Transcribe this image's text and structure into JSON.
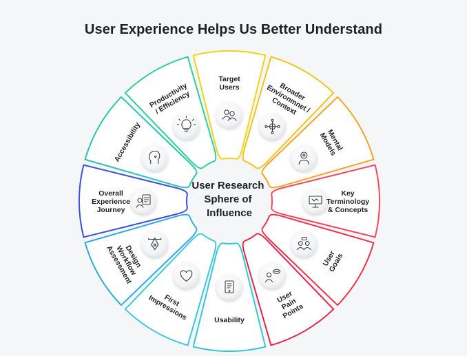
{
  "title": "User Experience Helps Us Better Understand",
  "center": {
    "lines": [
      "User Research",
      "Sphere of",
      "Influence"
    ]
  },
  "segments": [
    {
      "name": "target-users",
      "lines": [
        "Target",
        "Users"
      ],
      "color": "#f2d21a",
      "icon": "users-icon"
    },
    {
      "name": "broader-environment-context",
      "lines": [
        "Broader",
        "Environmnet /",
        "Context"
      ],
      "color": "#f2c318",
      "icon": "network-globe-icon"
    },
    {
      "name": "mental-models",
      "lines": [
        "Mental",
        "Models"
      ],
      "color": "#f4a623",
      "icon": "mind-gear-icon"
    },
    {
      "name": "key-terminology-concepts",
      "lines": [
        "Key",
        "Terminology",
        "& Concepts"
      ],
      "color": "#ef4a5f",
      "icon": "presentation-icon"
    },
    {
      "name": "user-goals",
      "lines": [
        "User",
        "Goals"
      ],
      "color": "#e8334a",
      "icon": "conversation-icon"
    },
    {
      "name": "user-pain-points",
      "lines": [
        "User",
        "Pain",
        "Points"
      ],
      "color": "#e2264a",
      "icon": "frustrated-user-icon"
    },
    {
      "name": "usability",
      "lines": [
        "Usability"
      ],
      "color": "#37c6d6",
      "icon": "tablet-icon"
    },
    {
      "name": "first-impressions",
      "lines": [
        "First",
        "Impressions"
      ],
      "color": "#3dc9dc",
      "icon": "heart-icon"
    },
    {
      "name": "design-workflow-assessment",
      "lines": [
        "Design",
        "Workflow",
        "Assessment"
      ],
      "color": "#2fa9e0",
      "icon": "pen-tool-icon"
    },
    {
      "name": "overall-experience-journey",
      "lines": [
        "Overall",
        "Experience",
        "Journey"
      ],
      "color": "#3b4fd8",
      "icon": "user-checklist-icon"
    },
    {
      "name": "accessibility",
      "lines": [
        "Accessibility"
      ],
      "color": "#2cc3b0",
      "icon": "accessibility-head-icon"
    },
    {
      "name": "productivity-efficiency",
      "lines": [
        "Productivity",
        "/ Efficiency"
      ],
      "color": "#2ecf9b",
      "icon": "lightbulb-icon"
    }
  ]
}
